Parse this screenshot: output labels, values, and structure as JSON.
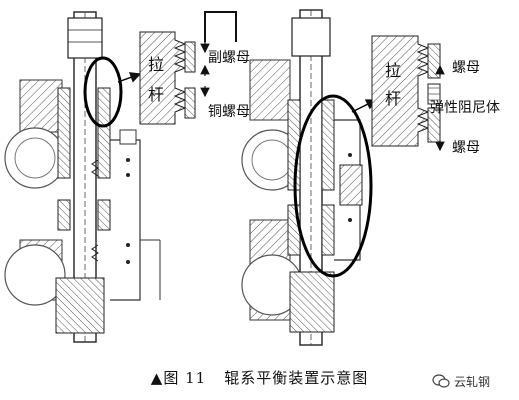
{
  "labels": {
    "left_rod": "拉\n杆",
    "left_rod_top": "拉",
    "left_rod_bottom": "杆",
    "left_nut_top": "副螺母",
    "left_nut_bottom": "铜螺母",
    "right_rod_top": "拉",
    "right_rod_bottom": "杆",
    "right_nut_top": "螺母",
    "right_damper": "弹性阻尼体",
    "right_nut_bottom": "螺母"
  },
  "caption": {
    "marker": "▲",
    "figure": "图 11",
    "title": "辊系平衡装置示意图"
  },
  "logo": {
    "text": "云轧钢"
  }
}
